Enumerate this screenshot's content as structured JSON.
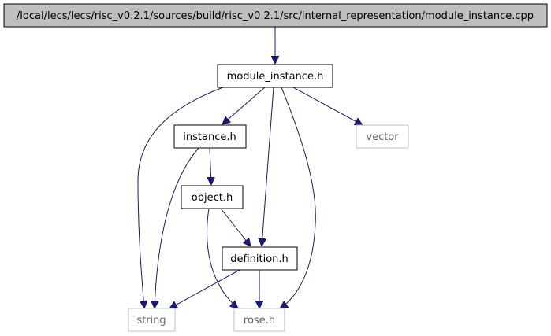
{
  "diagram": {
    "type": "include-dependency-graph",
    "colors": {
      "root_fill": "#bfbfbf",
      "node_border": "#000000",
      "external_border": "#bfbfbf",
      "edge": "#191970",
      "external_text": "#666666"
    },
    "nodes": [
      {
        "id": "root",
        "label": "/local/lecs/lecs/risc_v0.2.1/sources/build/risc_v0.2.1/src/internal_representation/module_instance.cpp",
        "kind": "root"
      },
      {
        "id": "module_instance_h",
        "label": "module_instance.h",
        "kind": "file"
      },
      {
        "id": "instance_h",
        "label": "instance.h",
        "kind": "file"
      },
      {
        "id": "vector",
        "label": "vector",
        "kind": "external"
      },
      {
        "id": "object_h",
        "label": "object.h",
        "kind": "file"
      },
      {
        "id": "definition_h",
        "label": "definition.h",
        "kind": "file"
      },
      {
        "id": "string",
        "label": "string",
        "kind": "external"
      },
      {
        "id": "rose_h",
        "label": "rose.h",
        "kind": "external"
      }
    ],
    "edges": [
      {
        "from": "root",
        "to": "module_instance_h"
      },
      {
        "from": "module_instance_h",
        "to": "instance_h"
      },
      {
        "from": "module_instance_h",
        "to": "vector"
      },
      {
        "from": "module_instance_h",
        "to": "string"
      },
      {
        "from": "module_instance_h",
        "to": "definition_h"
      },
      {
        "from": "module_instance_h",
        "to": "rose_h"
      },
      {
        "from": "instance_h",
        "to": "object_h"
      },
      {
        "from": "instance_h",
        "to": "string"
      },
      {
        "from": "object_h",
        "to": "definition_h"
      },
      {
        "from": "object_h",
        "to": "rose_h"
      },
      {
        "from": "definition_h",
        "to": "string"
      },
      {
        "from": "definition_h",
        "to": "rose_h"
      }
    ]
  }
}
